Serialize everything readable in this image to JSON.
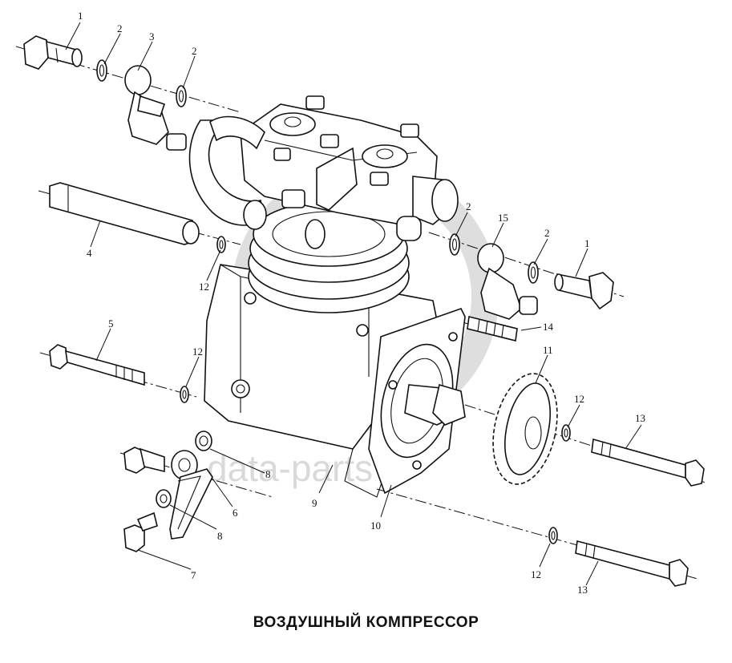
{
  "caption": "ВОЗДУШНЫЙ КОМПРЕССОР",
  "watermark": "data-parts",
  "callouts": [
    "1",
    "2",
    "3",
    "2",
    "4",
    "12",
    "2",
    "15",
    "2",
    "1",
    "14",
    "5",
    "12",
    "11",
    "12",
    "13",
    "8",
    "9",
    "6",
    "8",
    "10",
    "7",
    "12",
    "13"
  ]
}
